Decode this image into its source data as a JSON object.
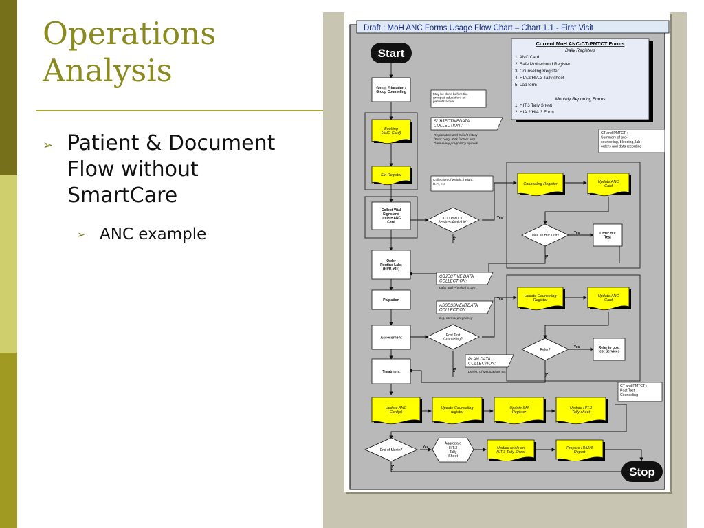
{
  "slide": {
    "title": "Operations Analysis",
    "bullet1": "Patient & Document\nFlow without\nSmartCare",
    "bullet2": "ANC example"
  },
  "colors": {
    "accent": "#8a8a1e",
    "bar_dark": "#76701a",
    "bar_light": "#cfcf6e",
    "panel": "#c8c5b3",
    "chart_bg": "#b9b9b9",
    "form_yellow": "#ffff00"
  },
  "chart": {
    "title": "Draft : MoH ANC Forms Usage Flow Chart – Chart 1.1 - First Visit",
    "start": "Start",
    "stop": "Stop",
    "yes": "Yes",
    "no": "No",
    "legend": {
      "heading": "Current MoH ANC-CT-PMTCT Forms",
      "daily_heading": "Daily Registers",
      "daily": [
        "1. ANC Card",
        "2. Safe Motherhood Register",
        "3. Counseling Register",
        "4. HIA.2/HIA.3 Tally sheet",
        "5. Lab form"
      ],
      "monthly_heading": "Monthly Reporting Forms",
      "monthly": [
        "1. HIT.3 Tally Sheet",
        "2. HIA.2/HIA.3 Form"
      ]
    },
    "left_column": {
      "group_education": [
        "Group Education /",
        "Group Counseling"
      ],
      "booking": [
        "Booking",
        "(ANC Card)"
      ],
      "sm_register": "SM Register",
      "collect_vitals": [
        "Collect Vital",
        "Signs and",
        "update ANC",
        "Card"
      ],
      "order_labs": [
        "Order",
        "Routine Labs",
        "(RPR, etc)"
      ],
      "palpation": "Palpation",
      "assessment": "Assessment",
      "treatment": "Treatment"
    },
    "notes": {
      "before_education": [
        "May be done before the",
        "grouped education, as",
        "patients arrive."
      ],
      "subjective": [
        "SUBJECTIVEDATA",
        "COLLECTION :"
      ],
      "subjective_detail": [
        "Registration and Initial History",
        "(Prior preg, Risk factors etc)",
        "Date every pregnancy episode"
      ],
      "collection_weight": [
        "Collection of weight, height,",
        "B.P., etc"
      ],
      "objective": [
        "OBJECTIVE DATA",
        "COLLECTION:"
      ],
      "objective_detail": "Labs and Physical Exam",
      "assessment_data": [
        "ASSESSMENTDATA",
        "COLLECTION :"
      ],
      "assessment_detail": "E.g. normal pregnancy",
      "plan": [
        "PLAN DATA",
        "COLLECTION:"
      ],
      "plan_detail": "Dosing of Medications etc",
      "ct_pmtct_summary": [
        "CT and PMTCT :",
        "Summary of pre-",
        "counseling, bleeding, lab",
        "orders and data recording"
      ],
      "ct_pmtct_post": [
        "CT and PMTCT :",
        "Post Test",
        "Counseling"
      ]
    },
    "decisions": {
      "ct_services": [
        "CT / PMTCT",
        "Services Available?"
      ],
      "take_hiv_test": "Take an HIV Test?",
      "post_test_counseling": [
        "Post Test",
        "Counseling?"
      ],
      "refer": "Refer?",
      "end_of_month": "End of Month?"
    },
    "ct_boxes": {
      "counseling_register": "Counseling Register",
      "update_anc_card": [
        "Update ANC",
        "Card"
      ],
      "order_hiv_test": [
        "Order HIV",
        "Test"
      ],
      "update_counseling_register": [
        "Update Counseling",
        "Register"
      ],
      "refer_post_test": [
        "Refer to post",
        "test Services"
      ]
    },
    "bottom_row": {
      "update_anc_cards": [
        "Update ANC",
        "Card(s)"
      ],
      "update_counseling": [
        "Update Counseling",
        "register"
      ],
      "update_sm": [
        "Update SM",
        "Register"
      ],
      "update_hit3": [
        "Update HIT.3",
        "Tally sheet"
      ],
      "aggregate": [
        "Aggregate",
        "HIT.3",
        "Tally",
        "Sheet"
      ],
      "update_totals": [
        "Update totals on",
        "HIT.3 Tally Sheet"
      ],
      "prepare_hia": [
        "Prepare HIA2/3",
        "Report"
      ]
    }
  }
}
